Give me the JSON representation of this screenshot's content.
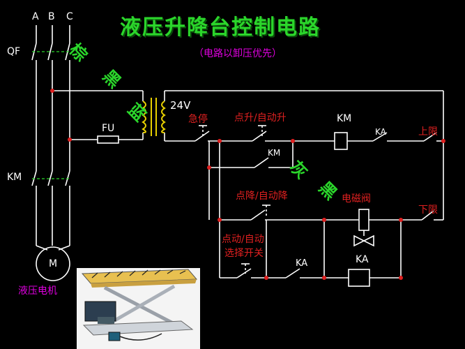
{
  "title": "液压升降台控制电路",
  "subtitle": "（电路以卸压优先）",
  "phases": {
    "a": "A",
    "b": "B",
    "c": "C"
  },
  "components": {
    "qf": "QF",
    "km_main": "KM",
    "fu": "FU",
    "transformer_voltage": "24V",
    "motor": "M",
    "motor_label": "液压电机",
    "estop": "急停",
    "jog_up": "点升",
    "auto_up": "自动升",
    "km_coil": "KM",
    "ka_upper": "KA",
    "upper_limit": "上限",
    "km_hold": "KM",
    "jog_down": "点降",
    "auto_down": "自动降",
    "solenoid": "电磁阀",
    "lower_limit": "下限",
    "jog": "点动",
    "auto": "自动",
    "select_switch": "选择开关",
    "ka_contact": "KA",
    "ka_coil": "KA",
    "slash": "/"
  },
  "annotations": {
    "brown": "棕",
    "black1": "黑",
    "blue": "蓝",
    "gray": "灰",
    "black2": "黑"
  },
  "colors": {
    "background": "#000000",
    "title": "#2bd62b",
    "wire": "#ffffff",
    "node": "#e02020",
    "annotation": "#2bd62b",
    "label_red": "#e02020",
    "label_magenta": "#e000e0",
    "transformer": "#e8d000"
  }
}
